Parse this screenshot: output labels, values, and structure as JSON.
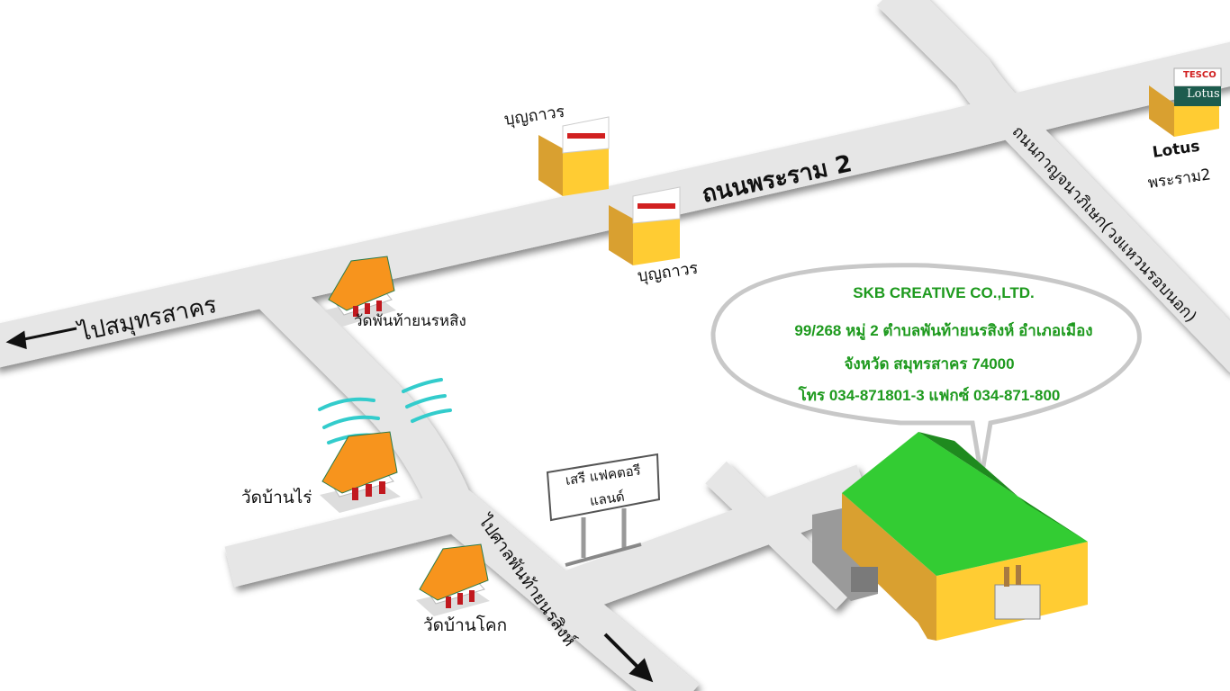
{
  "roads": {
    "rama2": "ถนนพระราม 2",
    "kanchanaphisek": "ถนนกาญจนาภิเษก(วงแหวนรอบนอก)",
    "to_samut_sakhon": "ไปสมุทรสาคร",
    "to_sala_phanthai": "ไปศาลพันท้ายนรสิงห์"
  },
  "landmarks": {
    "boonthavorn_1": "บุญถาวร",
    "boonthavorn_2": "บุญถาวร",
    "lotus_name": "Lotus",
    "lotus_branch": "พระราม2",
    "lotus_sign_top": "TESCO",
    "lotus_sign_bottom": "Lotus",
    "temple_phanthai": "วัดพันท้ายนรหสิง",
    "temple_ban_rai": "วัดบ้านไร่",
    "temple_ban_khok": "วัดบ้านโคก",
    "billboard_line1": "เสรี แฟคตอรี",
    "billboard_line2": "แลนด์"
  },
  "company": {
    "name": "SKB CREATIVE CO.,LTD.",
    "address1": "99/268 หมู่ 2 ตำบลพันท้ายนรสิงห์ อำเภอเมือง",
    "address2": "จังหวัด สมุทรสาคร 74000",
    "phone": "โทร 034-871801-3 แฟกซ์ 034-871-800"
  },
  "colors": {
    "road": "#e6e6e6",
    "text_green": "#1e9a1e",
    "roof_green": "#33cc33",
    "wall_yellow": "#ffcc33",
    "temple_roof": "#f7941d"
  }
}
